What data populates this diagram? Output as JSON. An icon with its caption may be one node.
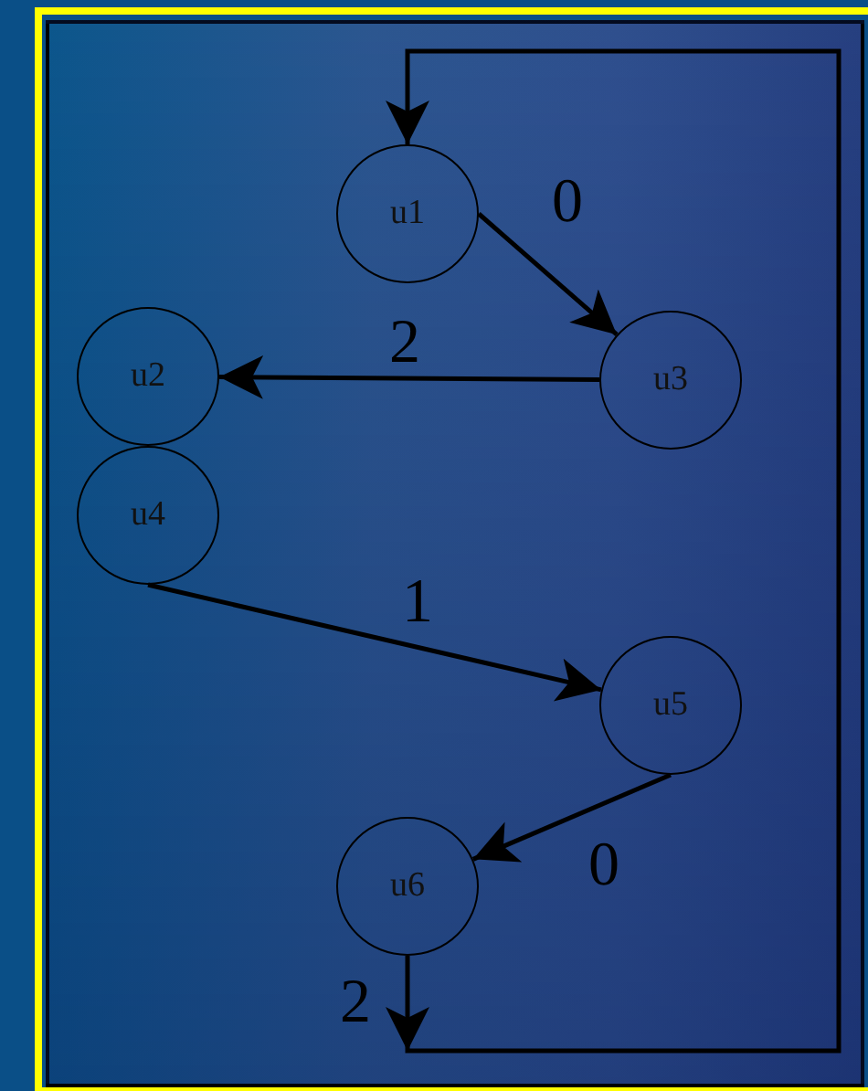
{
  "diagram": {
    "nodes": [
      {
        "text": [
          "u1"
        ]
      },
      {
        "text": [
          "u2"
        ]
      },
      {
        "text": [
          "u3"
        ]
      },
      {
        "text": [
          "u4"
        ]
      },
      {
        "text": [
          "u5"
        ]
      },
      {
        "text": [
          "u6"
        ]
      }
    ],
    "edges": [
      {
        "from": 0,
        "to": 2,
        "arrow": "to",
        "label": "0"
      },
      {
        "from": 2,
        "to": 1,
        "arrow": "to",
        "label": "2"
      },
      {
        "from": 3,
        "to": 4,
        "arrow": "to",
        "label": "1"
      },
      {
        "from": 4,
        "to": 5,
        "arrow": "to",
        "label": "0"
      },
      {
        "from": 5,
        "to": 0,
        "arrow": "to",
        "label": "2"
      }
    ]
  }
}
